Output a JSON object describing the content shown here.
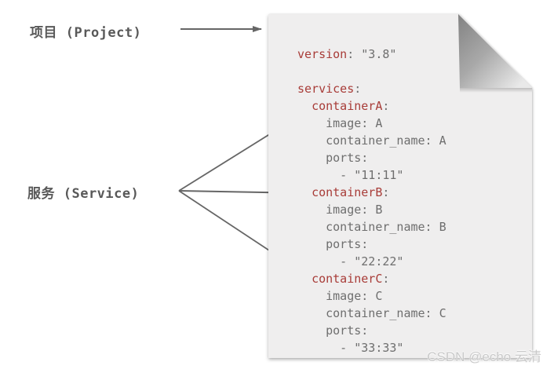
{
  "labels": {
    "project": "项目 (Project)",
    "service": "服务 (Service)"
  },
  "document": {
    "type": "docker-compose-yaml",
    "code": {
      "lines": [
        {
          "indent": 0,
          "key": "version",
          "rest": ": \"3.8\""
        },
        {
          "indent": 0,
          "key": null,
          "rest": ""
        },
        {
          "indent": 0,
          "key": "services",
          "rest": ":"
        },
        {
          "indent": 2,
          "key": "containerA",
          "rest": ":"
        },
        {
          "indent": 4,
          "key": null,
          "rest": "image: A"
        },
        {
          "indent": 4,
          "key": null,
          "rest": "container_name: A"
        },
        {
          "indent": 4,
          "key": null,
          "rest": "ports:"
        },
        {
          "indent": 6,
          "key": null,
          "rest": "- \"11:11\""
        },
        {
          "indent": 2,
          "key": "containerB",
          "rest": ":"
        },
        {
          "indent": 4,
          "key": null,
          "rest": "image: B"
        },
        {
          "indent": 4,
          "key": null,
          "rest": "container_name: B"
        },
        {
          "indent": 4,
          "key": null,
          "rest": "ports:"
        },
        {
          "indent": 6,
          "key": null,
          "rest": "- \"22:22\""
        },
        {
          "indent": 2,
          "key": "containerC",
          "rest": ":"
        },
        {
          "indent": 4,
          "key": null,
          "rest": "image: C"
        },
        {
          "indent": 4,
          "key": null,
          "rest": "container_name: C"
        },
        {
          "indent": 4,
          "key": null,
          "rest": "ports:"
        },
        {
          "indent": 6,
          "key": null,
          "rest": "- \"33:33\""
        }
      ]
    }
  },
  "watermark": "CSDN @echo 云清",
  "colors": {
    "key_red": "#a83c38",
    "code_gray": "#6e6e6e",
    "label_gray": "#595959",
    "doc_bg": "#efeeee",
    "arrow": "#666666",
    "watermark_gray": "#c9c9c9"
  }
}
